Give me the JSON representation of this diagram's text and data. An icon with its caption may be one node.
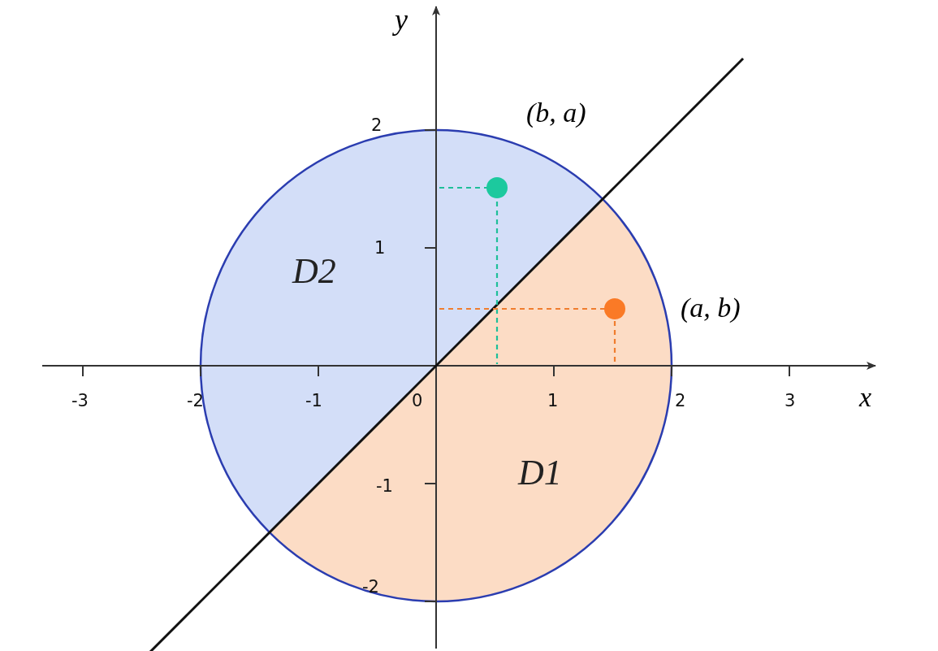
{
  "diagram": {
    "nodes": [
      {
        "text": [
          "D2"
        ]
      },
      {
        "text": [
          "D1"
        ]
      }
    ],
    "labels": [
      "y",
      "(b, a)",
      "2",
      "1",
      "(a, b)",
      "-3",
      "-2",
      "-1",
      "0",
      "1",
      "2",
      "3",
      "x",
      "-1",
      "-2"
    ]
  }
}
